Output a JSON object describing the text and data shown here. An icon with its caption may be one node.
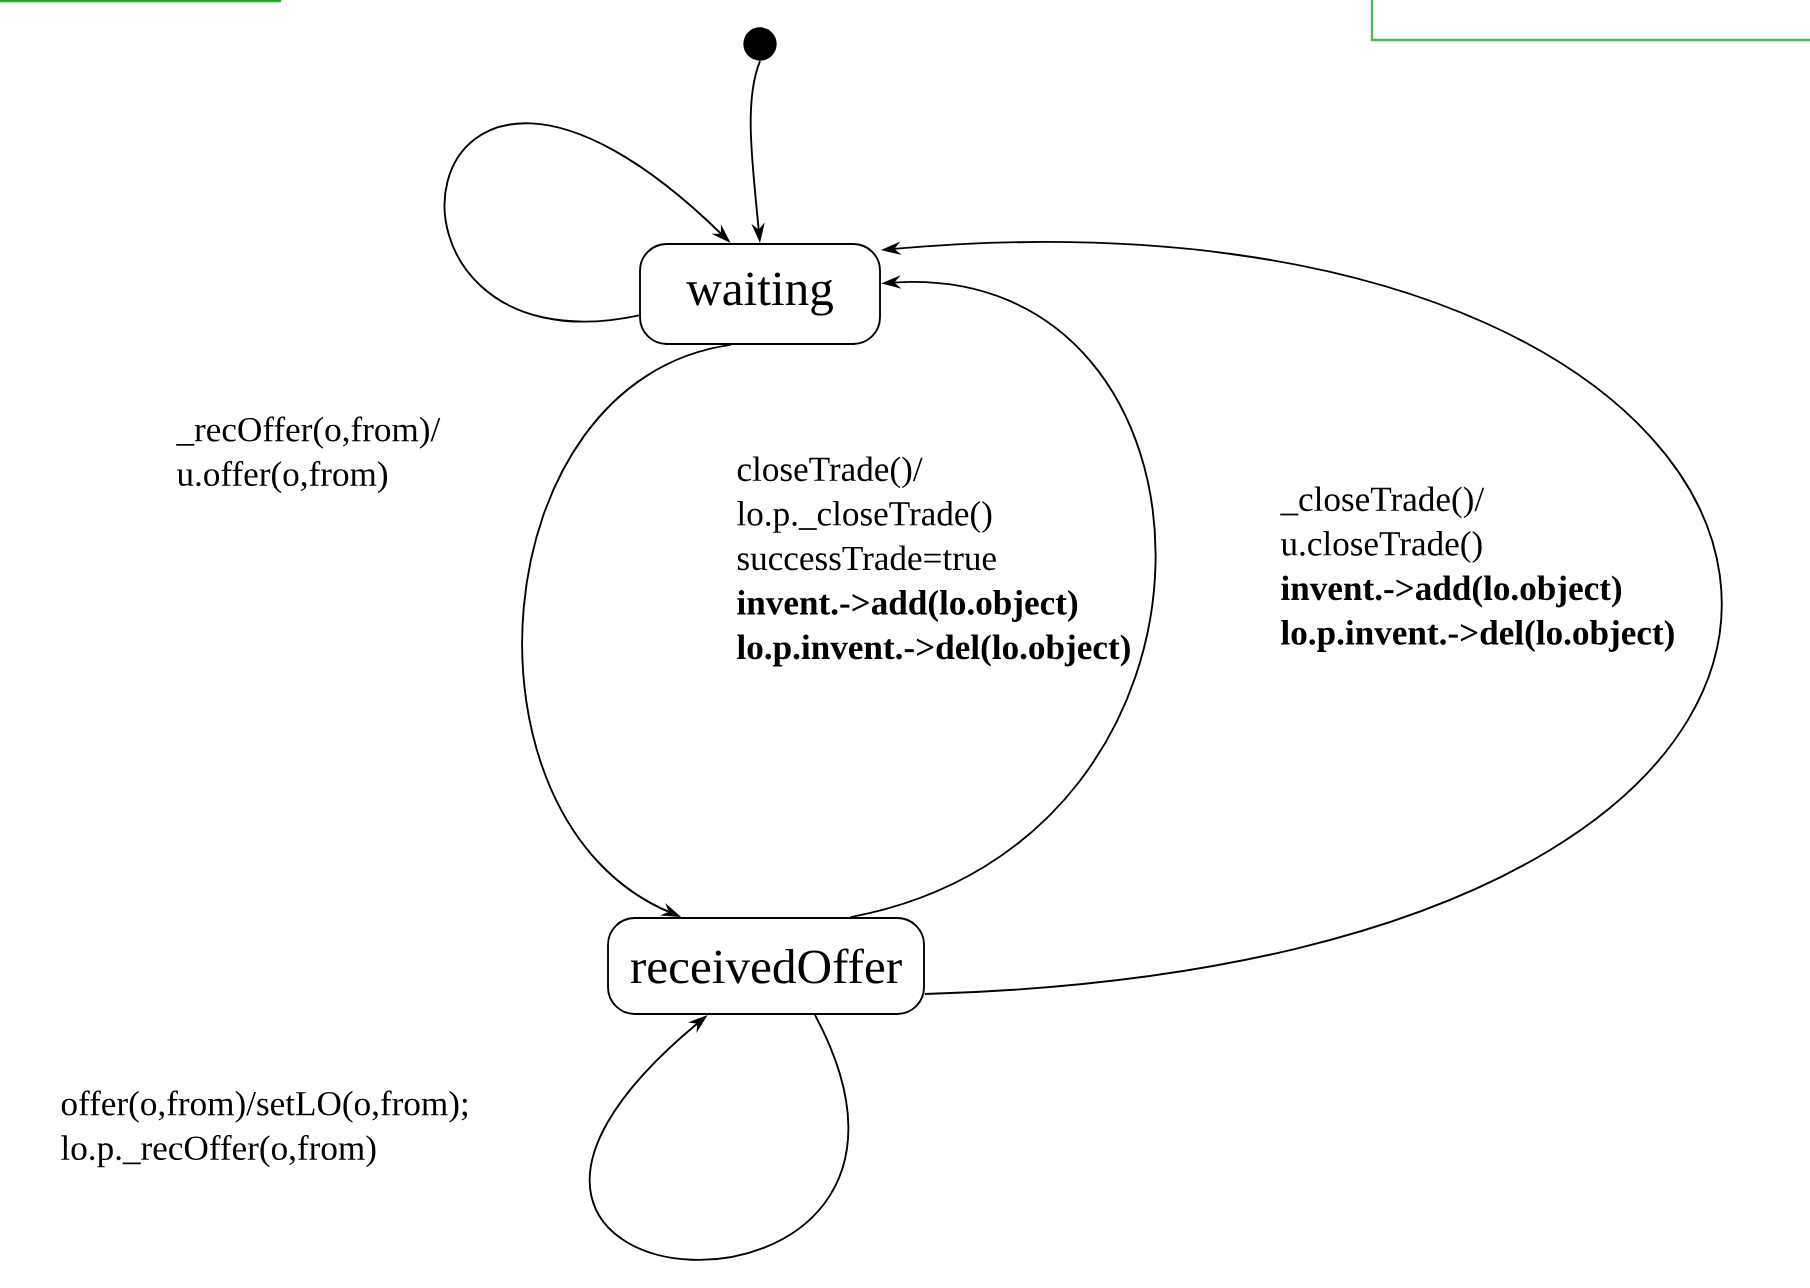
{
  "diagram": {
    "nodes": [
      {
        "text": [],
        "shape": "circle"
      },
      {
        "text": [
          "waiting"
        ]
      },
      {
        "text": [
          "receivedOffer"
        ]
      }
    ],
    "edges": [
      {
        "from": 0,
        "to": 1,
        "arrow": "to"
      },
      {
        "from": 1,
        "to": 1,
        "arrow": "to"
      },
      {
        "from": 1,
        "to": 2,
        "arrow": "to",
        "label": "_recOffer(o,from)/ u.offer(o,from)"
      },
      {
        "from": 2,
        "to": 1,
        "arrow": "to",
        "label": "closeTrade()/ lo.p._closeTrade() successTrade=true **invent.->add(lo.object) lo.p.invent.->del(lo.object)**"
      },
      {
        "from": 2,
        "to": 1,
        "arrow": "to",
        "label": "_closeTrade()/ u.closeTrade() **invent.->add(lo.object) lo.p.invent.->del(lo.object)**"
      },
      {
        "from": 2,
        "to": 2,
        "arrow": "to",
        "label": "offer(o,from)/setLO(o,from); lo.p._recOffer(o,from)"
      }
    ]
  }
}
